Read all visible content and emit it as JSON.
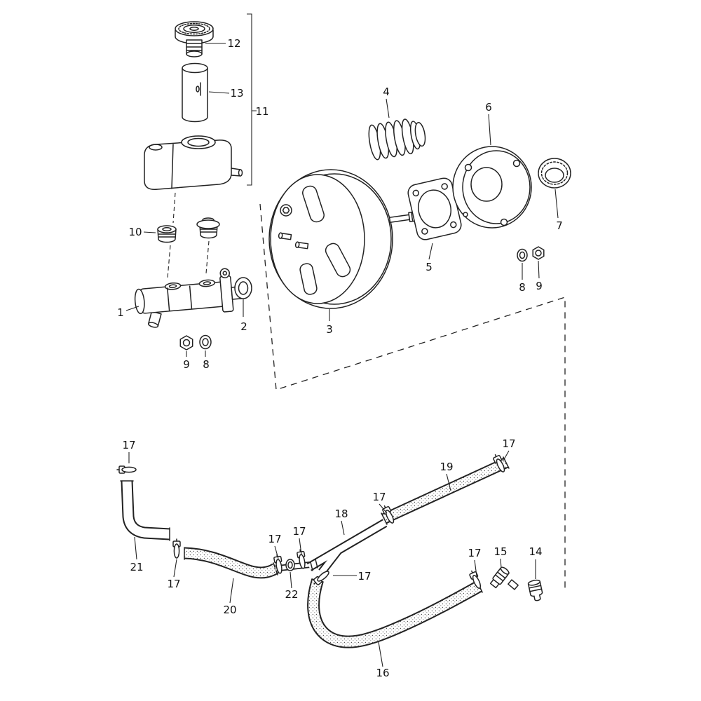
{
  "diagram": {
    "type": "exploded-parts-diagram",
    "background": "#ffffff",
    "ink": "#222222",
    "labels": [
      {
        "text": "12"
      },
      {
        "text": "13"
      },
      {
        "text": "11"
      },
      {
        "text": "10"
      },
      {
        "text": "1"
      },
      {
        "text": "2"
      },
      {
        "text": "9"
      },
      {
        "text": "8"
      },
      {
        "text": "3"
      },
      {
        "text": "4"
      },
      {
        "text": "5"
      },
      {
        "text": "6"
      },
      {
        "text": "7"
      },
      {
        "text": "8"
      },
      {
        "text": "9"
      },
      {
        "text": "17"
      },
      {
        "text": "21"
      },
      {
        "text": "17"
      },
      {
        "text": "20"
      },
      {
        "text": "17"
      },
      {
        "text": "22"
      },
      {
        "text": "17"
      },
      {
        "text": "18"
      },
      {
        "text": "17"
      },
      {
        "text": "17"
      },
      {
        "text": "19"
      },
      {
        "text": "17"
      },
      {
        "text": "16"
      },
      {
        "text": "17"
      },
      {
        "text": "15"
      },
      {
        "text": "14"
      }
    ]
  }
}
